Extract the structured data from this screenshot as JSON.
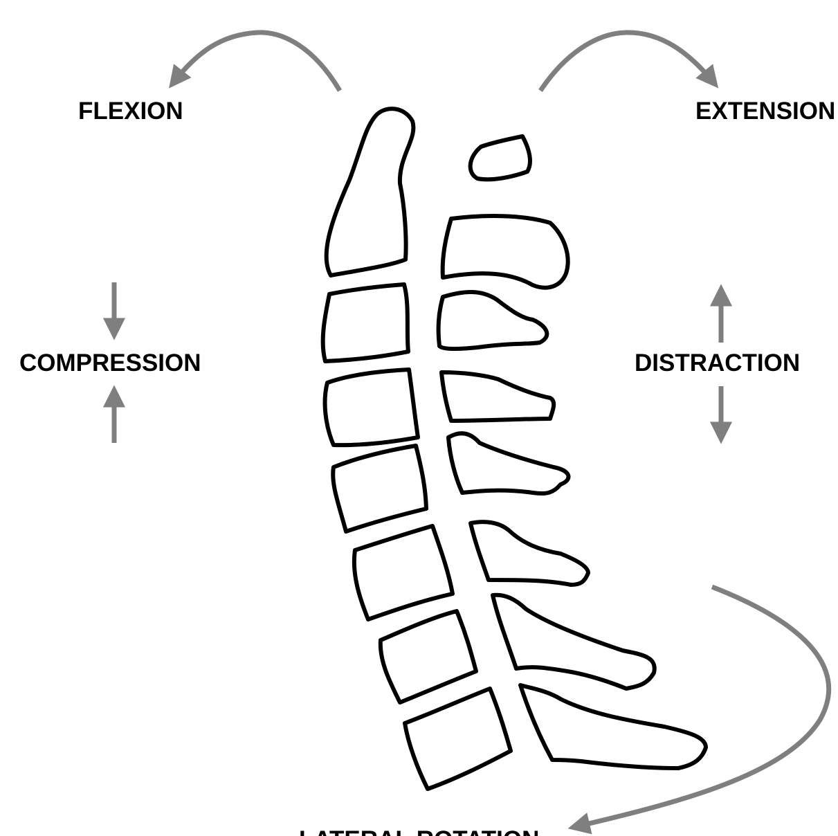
{
  "labels": {
    "flexion": "FLEXION",
    "extension": "EXTENSION",
    "compression": "COMPRESSION",
    "distraction": "DISTRACTION",
    "lateral_rotation": "LATERAL ROTATION"
  },
  "colors": {
    "arrow": "#7f7f7f",
    "outline": "#000000",
    "background": "#ffffff"
  }
}
